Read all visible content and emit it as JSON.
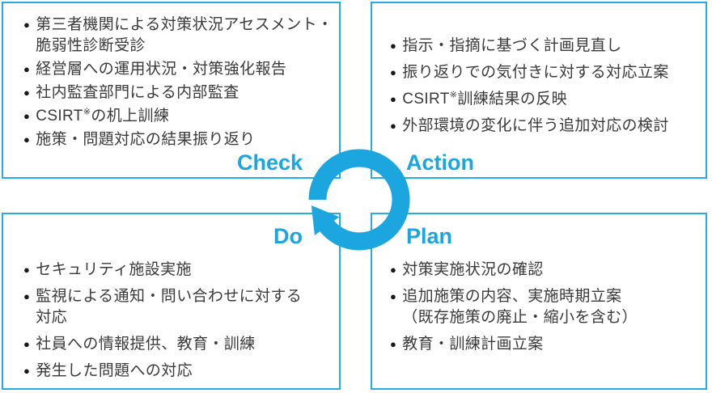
{
  "title": "PDCA cycle diagram",
  "bullet_glyph": "●",
  "colors": {
    "accent": "#1BA6E0",
    "border": "#29ABE2",
    "text": "#3A3A3A",
    "bullet": "#1A1A1A"
  },
  "icons": {
    "center": "pdca-cycle-arrow-icon"
  },
  "quadrants": {
    "check": {
      "label": "Check",
      "items": [
        "第三者機関による対策状況アセスメント・\n脆弱性診断受診",
        "経営層への運用状況・対策強化報告",
        "社内監査部門による内部監査",
        "CSIRT※の机上訓練",
        "施策・問題対応の結果振り返り"
      ]
    },
    "action": {
      "label": "Action",
      "items": [
        "指示・指摘に基づく計画見直し",
        "振り返りでの気付きに対する対応立案",
        "CSIRT※訓練結果の反映",
        "外部環境の変化に伴う追加対応の検討"
      ]
    },
    "do": {
      "label": "Do",
      "items": [
        "セキュリティ施設実施",
        "監視による通知・問い合わせに対する\n対応",
        "社員への情報提供、教育・訓練",
        "発生した問題への対応"
      ]
    },
    "plan": {
      "label": "Plan",
      "items": [
        "対策実施状況の確認",
        "追加施策の内容、実施時期立案\n（既存施策の廃止・縮小を含む）",
        "教育・訓練計画立案"
      ]
    }
  }
}
